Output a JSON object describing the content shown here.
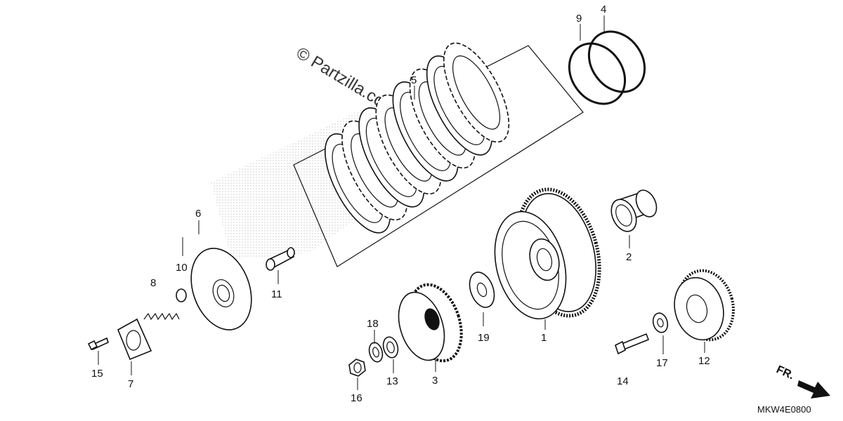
{
  "watermark": "© Partzilla.com",
  "diagram_code": "MKW4E0800",
  "direction_label": "FR.",
  "callouts": [
    "1",
    "2",
    "3",
    "4",
    "5",
    "6",
    "7",
    "8",
    "9",
    "10",
    "11",
    "12",
    "14",
    "15",
    "16",
    "17",
    "18",
    "19",
    "13"
  ]
}
